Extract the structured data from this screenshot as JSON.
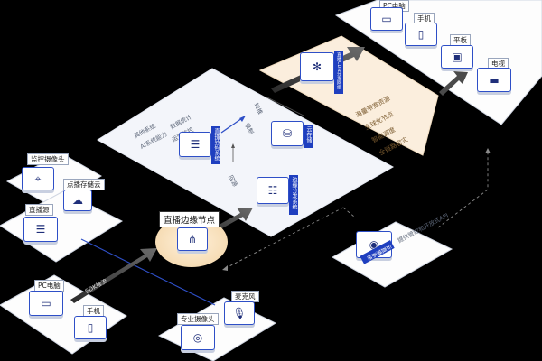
{
  "devices_top": {
    "pc": "PC电脑",
    "phone": "手机",
    "tablet": "平板",
    "tv": "电视"
  },
  "cdn": {
    "tag": "直播CDN分发网络",
    "features": [
      "海量带宽资源",
      "全球化节点",
      "智能调度",
      "全链路容灾"
    ]
  },
  "platform": {
    "notes": [
      "其他系统",
      "AI系统能力",
      "数据统计",
      "运营监控"
    ],
    "live_system_tag": "直播转码系统",
    "storage_tag": "云存储",
    "storage_label": "录制",
    "edge_system_tag": "边缘分发系统",
    "edge_arrow_label": "回源",
    "forward_label": "转推"
  },
  "edge_node": {
    "label": "直播边缘节点"
  },
  "cloud_mgmt": {
    "tag": "云直播系统",
    "text": "提供管控和开放式API"
  },
  "sources_left": {
    "camera": "监控摄像头",
    "vod_cloud": "点播存储云",
    "source": "直播源",
    "pc": "PC电脑",
    "phone": "手机",
    "push_label": "SDK推流"
  },
  "sources_bottom": {
    "mic": "麦克风",
    "pro_camera": "专业摄像头"
  },
  "colors": {
    "accent": "#1f3fbf",
    "platform": "#f4f6fb",
    "cdn_band": "#fbeedd",
    "arrow": "#4a4a4a"
  }
}
